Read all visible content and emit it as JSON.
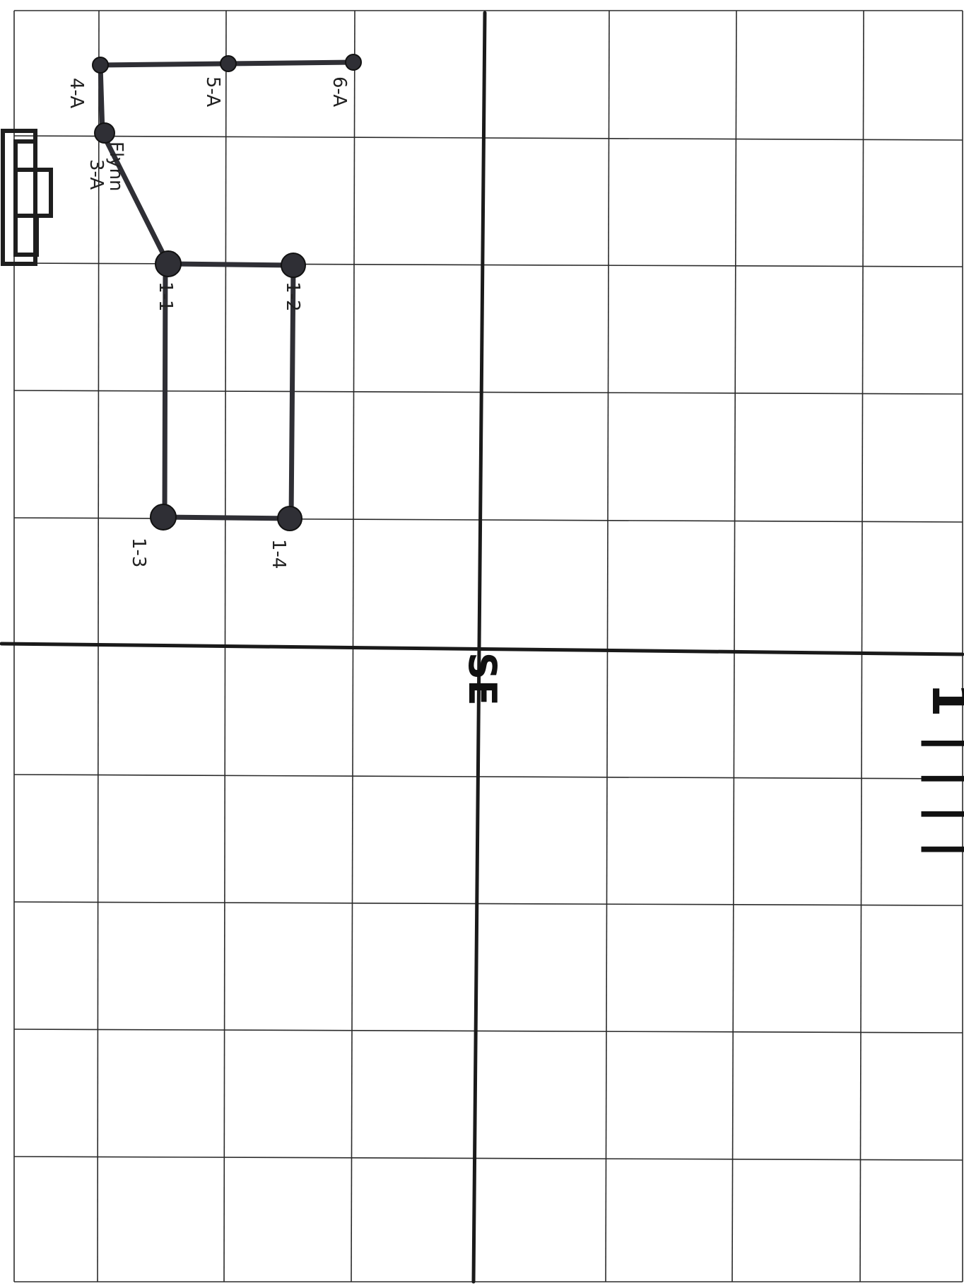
{
  "center_label": "SE",
  "side_label": "1 | | | |",
  "point_labels": {
    "p4a": "4-A",
    "p5a": "5-A",
    "p6a": "6-A",
    "p3a": "3-A",
    "flynn": "Flynn",
    "p1_1": "1-1",
    "p1_2": "1-2",
    "p1_3": "1-3",
    "p1_4": "1-4"
  },
  "colors": {
    "line": "#2f2f35",
    "grid": "#2b2b2b",
    "paper": "#ffffff"
  }
}
